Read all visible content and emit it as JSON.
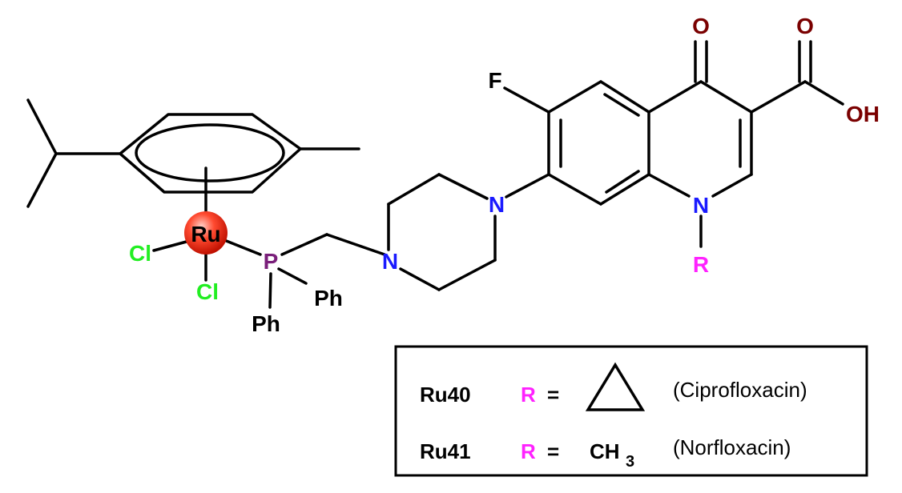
{
  "atoms": {
    "ru": "Ru",
    "cl1": "Cl",
    "cl2": "Cl",
    "p": "P",
    "ph1": "Ph",
    "ph2": "Ph",
    "n_pip1": "N",
    "n_pip2": "N",
    "n_quin": "N",
    "f": "F",
    "o_keto": "O",
    "o_acid": "O",
    "oh": "OH",
    "r": "R"
  },
  "legend": {
    "row1": {
      "compound": "Ru40",
      "r": "R",
      "eq": "=",
      "note": "(Ciprofloxacin)"
    },
    "row2": {
      "compound": "Ru41",
      "r": "R",
      "eq": "=",
      "ch": "CH",
      "sub": "3",
      "note": "(Norfloxacin)"
    }
  },
  "colors": {
    "chlorine": "#22ee22",
    "phosphorus": "#7a1f7a",
    "nitrogen": "#1a1aff",
    "oxygen": "#7a0000",
    "r_group": "#ff22ff",
    "ruthenium_sphere": "#ff2a1a"
  }
}
